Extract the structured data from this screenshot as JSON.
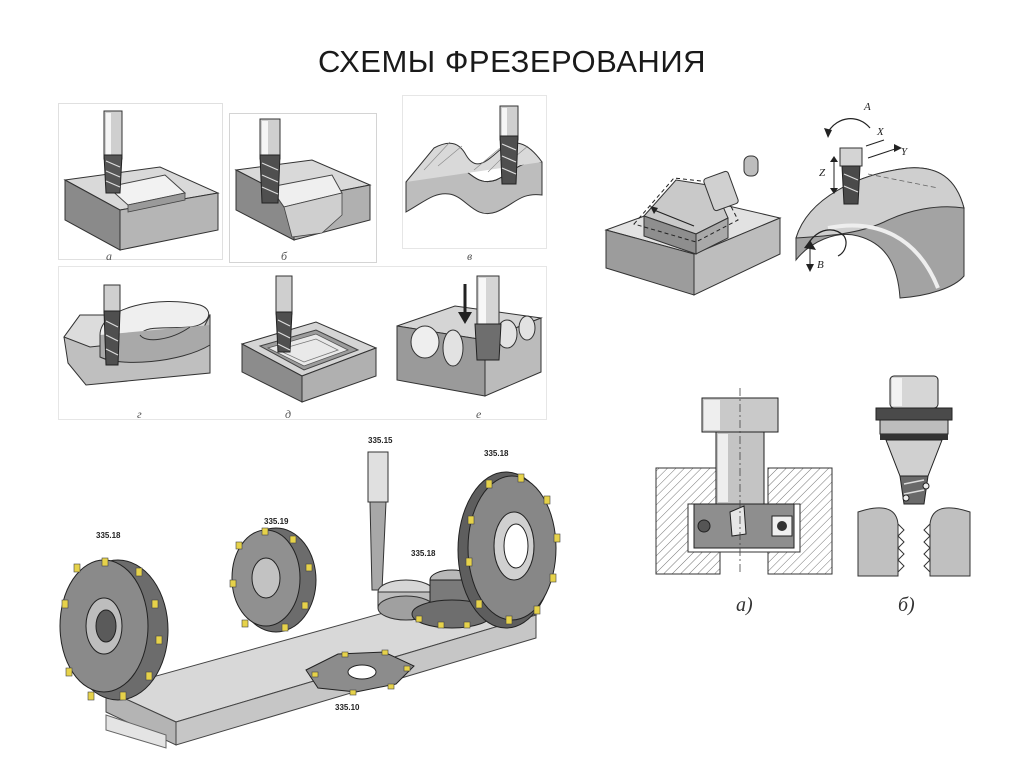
{
  "title": "СХЕМЫ ФРЕЗЕРОВАНИЯ",
  "schemes": {
    "captions": [
      "а",
      "б",
      "в",
      "г",
      "д",
      "е"
    ]
  },
  "axes": {
    "a": "A",
    "x": "X",
    "y": "Y",
    "z": "Z",
    "b": "B"
  },
  "holders": {
    "captions": [
      "а)",
      "б)"
    ]
  },
  "cutters": {
    "codes": [
      "335.15",
      "335.18",
      "335.19",
      "335.18",
      "335.18",
      "335.10"
    ]
  }
}
